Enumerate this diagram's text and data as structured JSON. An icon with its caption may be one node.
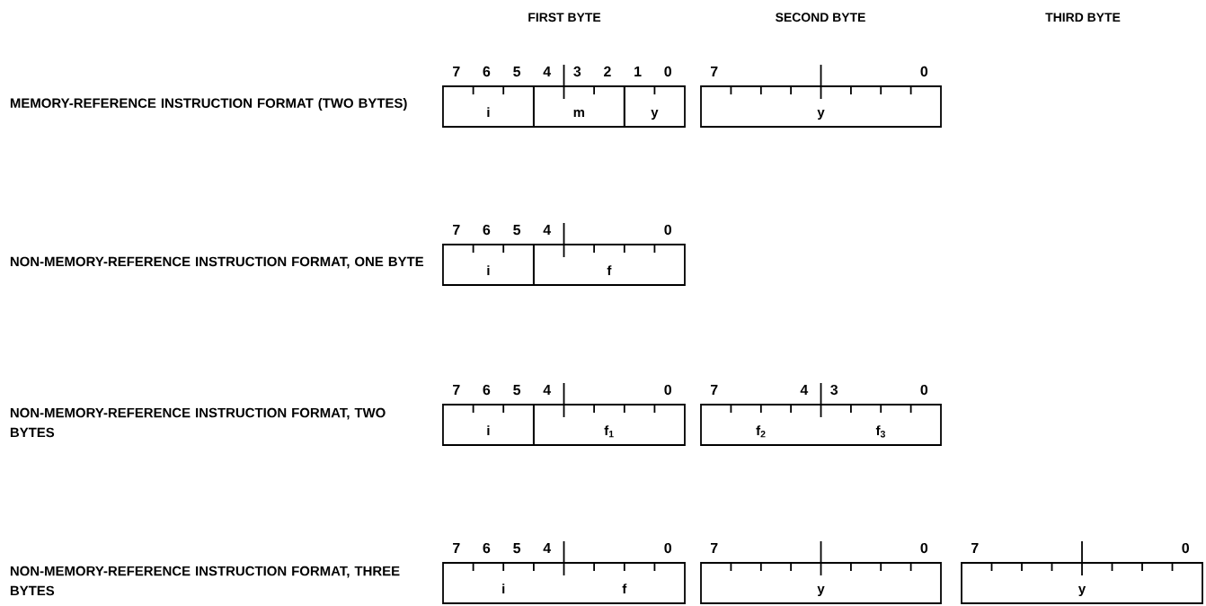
{
  "diagram": {
    "nodes": [
      {
        "text": [
          "i"
        ]
      },
      {
        "text": [
          "m"
        ]
      },
      {
        "text": [
          "y"
        ]
      },
      {
        "text": [
          "y"
        ]
      },
      {
        "text": [
          "i"
        ]
      },
      {
        "text": [
          "f"
        ]
      },
      {
        "text": [
          "i"
        ]
      },
      {
        "text": [
          "f$_{1}$"
        ]
      },
      {
        "text": [
          "f$_{2}$",
          "f$_{3}$"
        ]
      },
      {
        "text": [
          "i",
          "f"
        ]
      },
      {
        "text": [
          "y"
        ]
      },
      {
        "text": [
          "y"
        ]
      }
    ],
    "labels": [
      "FIRST BYTE",
      "SECOND BYTE",
      "THIRD BYTE",
      "MEMORY-REFERENCE INSTRUCTION FORMAT (TWO BYTES)",
      "7",
      "6",
      "5",
      "4",
      "3",
      "2",
      "1",
      "0",
      "7",
      "0",
      "NON-MEMORY-REFERENCE INSTRUCTION FORMAT, ONE BYTE",
      "7",
      "6",
      "5",
      "4",
      "0",
      "NON-MEMORY-REFERENCE INSTRUCTION FORMAT, TWO BYTES",
      "7",
      "6",
      "5",
      "4",
      "0",
      "7",
      "4",
      "3",
      "0",
      "NON-MEMORY-REFERENCE INSTRUCTION FORMAT, THREE BYTES",
      "7",
      "6",
      "5",
      "4",
      "0",
      "7",
      "0",
      "7",
      "0"
    ]
  }
}
